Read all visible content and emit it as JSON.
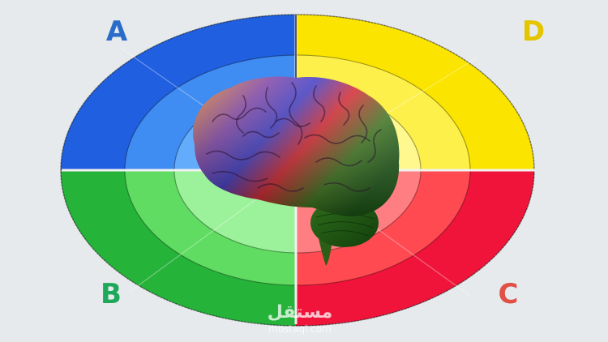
{
  "diagram": {
    "quadrants": [
      {
        "label": "A",
        "position": "top-left",
        "colors": {
          "outer": "#1f5fe0",
          "middle": "#3f8cf2",
          "inner": "#63acfb"
        },
        "label_color": "#2a6cc9"
      },
      {
        "label": "D",
        "position": "top-right",
        "colors": {
          "outer": "#fbe400",
          "middle": "#fdf04a",
          "inner": "#fef88f"
        },
        "label_color": "#e4c500"
      },
      {
        "label": "B",
        "position": "bottom-left",
        "colors": {
          "outer": "#25b33a",
          "middle": "#5fdc61",
          "inner": "#9bf29a"
        },
        "label_color": "#1ea95a"
      },
      {
        "label": "C",
        "position": "bottom-right",
        "colors": {
          "outer": "#f0143a",
          "middle": "#ff4a52",
          "inner": "#ff7e82"
        },
        "label_color": "#e15045"
      }
    ],
    "center_image": "brain-illustration"
  },
  "watermark": {
    "arabic": "مستقل",
    "latin": "mostaql.com"
  }
}
